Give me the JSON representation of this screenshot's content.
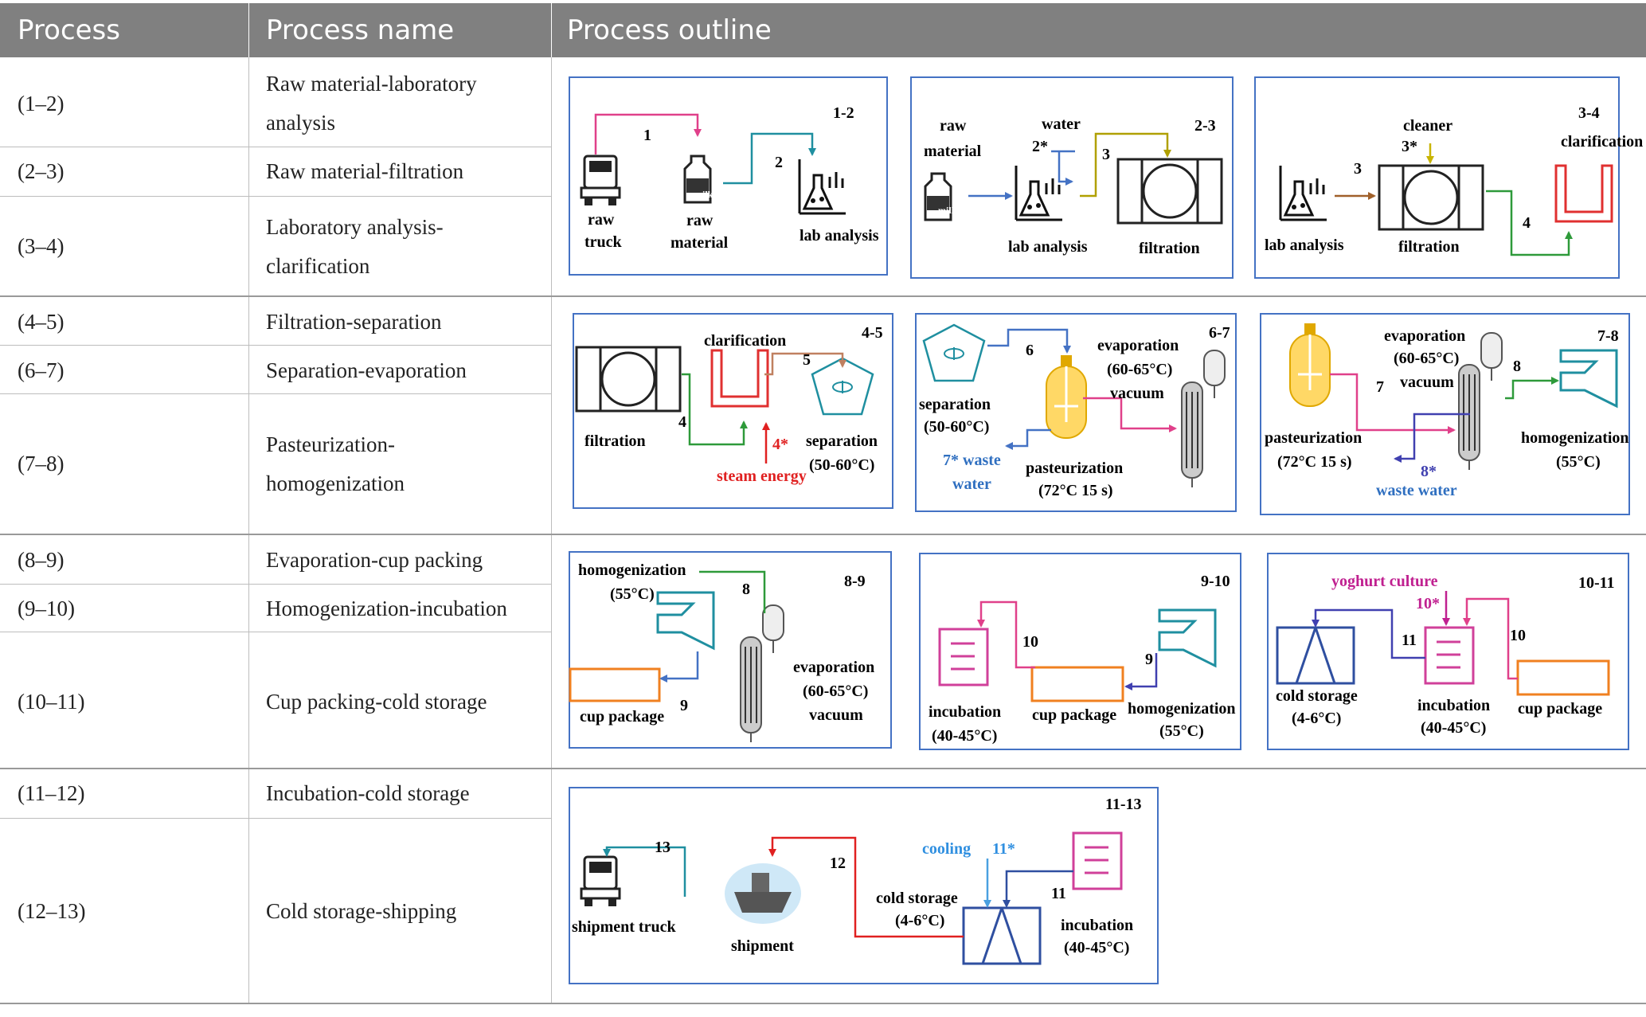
{
  "header": {
    "col1": "Process",
    "col2": "Process name",
    "col3": "Process outline"
  },
  "rows": [
    {
      "id": "(1–2)",
      "name": [
        "Raw material-laboratory",
        "analysis"
      ]
    },
    {
      "id": "(2–3)",
      "name": [
        "Raw material-filtration"
      ]
    },
    {
      "id": "(3–4)",
      "name": [
        "Laboratory analysis-",
        "clarification"
      ]
    },
    {
      "id": "(4–5)",
      "name": [
        "Filtration-separation"
      ]
    },
    {
      "id": "(6–7)",
      "name": [
        "Separation-evaporation"
      ]
    },
    {
      "id": "(7–8)",
      "name": [
        "Pasteurization-",
        "homogenization"
      ]
    },
    {
      "id": "(8–9)",
      "name": [
        "Evaporation-cup packing"
      ]
    },
    {
      "id": "(9–10)",
      "name": [
        "Homogenization-incubation"
      ]
    },
    {
      "id": "(10–11)",
      "name": [
        "Cup packing-cold storage"
      ]
    },
    {
      "id": "(11–12)",
      "name": [
        "Incubation-cold storage"
      ]
    },
    {
      "id": "(12–13)",
      "name": [
        "Cold storage-shipping"
      ]
    }
  ],
  "diagrams": {
    "d12": {
      "tag": "1-2",
      "n1": "1",
      "n2": "2",
      "truck": [
        "raw",
        "truck"
      ],
      "raw": [
        "raw",
        "material"
      ],
      "milk": "milk",
      "lab": "lab analysis"
    },
    "d23": {
      "tag": "2-3",
      "raw": [
        "raw",
        "material"
      ],
      "milk": "milk",
      "water": "water",
      "n2s": "2*",
      "n3": "3",
      "lab": "lab analysis",
      "filt": "filtration"
    },
    "d34": {
      "tag": "3-4",
      "cleaner": "cleaner",
      "n3s": "3*",
      "clar": "clarification",
      "n3": "3",
      "n4": "4",
      "lab": "lab analysis",
      "filt": "filtration"
    },
    "d45": {
      "tag": "4-5",
      "clar": "clarification",
      "n5": "5",
      "n4": "4",
      "n4s": "4*",
      "filt": "filtration",
      "sep": [
        "separation",
        "(50-60°C)"
      ],
      "steam": "steam energy"
    },
    "d67": {
      "tag": "6-7",
      "n6": "6",
      "evap": [
        "evaporation",
        "(60-65°C)",
        "vacuum"
      ],
      "sep": [
        "separation",
        "(50-60°C)"
      ],
      "waste": [
        "7* waste",
        "water"
      ],
      "past": [
        "pasteurization",
        "(72°C 15 s)"
      ]
    },
    "d78": {
      "tag": "7-8",
      "evap": [
        "evaporation",
        "(60-65°C)",
        "vacuum"
      ],
      "n7": "7",
      "n8": "8",
      "past": [
        "pasteurization",
        "(72°C 15 s)"
      ],
      "homo": [
        "homogenization",
        "(55°C)"
      ],
      "n8s": "8*",
      "waste": "waste water"
    },
    "d89": {
      "tag": "8-9",
      "homo": [
        "homogenization",
        "(55°C)"
      ],
      "n8": "8",
      "n9": "9",
      "evap": [
        "evaporation",
        "(60-65°C)",
        "vacuum"
      ],
      "cup": "cup package"
    },
    "d910": {
      "tag": "9-10",
      "n10": "10",
      "n9": "9",
      "incub": [
        "incubation",
        "(40-45°C)"
      ],
      "cup": "cup package",
      "homo": [
        "homogenization",
        "(55°C)"
      ]
    },
    "d1011": {
      "tag": "10-11",
      "culture": "yoghurt culture",
      "n10s": "10*",
      "n11": "11",
      "n10": "10",
      "cold": [
        "cold storage",
        "(4-6°C)"
      ],
      "incub": [
        "incubation",
        "(40-45°C)"
      ],
      "cup": "cup package"
    },
    "d1113": {
      "tag": "11-13",
      "n13": "13",
      "n12": "12",
      "cooling": "cooling",
      "n11s": "11*",
      "n11": "11",
      "cold": [
        "cold storage",
        "(4-6°C)"
      ],
      "incub": [
        "incubation",
        "(40-45°C)"
      ],
      "truck": "shipment truck",
      "ship": "shipment"
    }
  }
}
